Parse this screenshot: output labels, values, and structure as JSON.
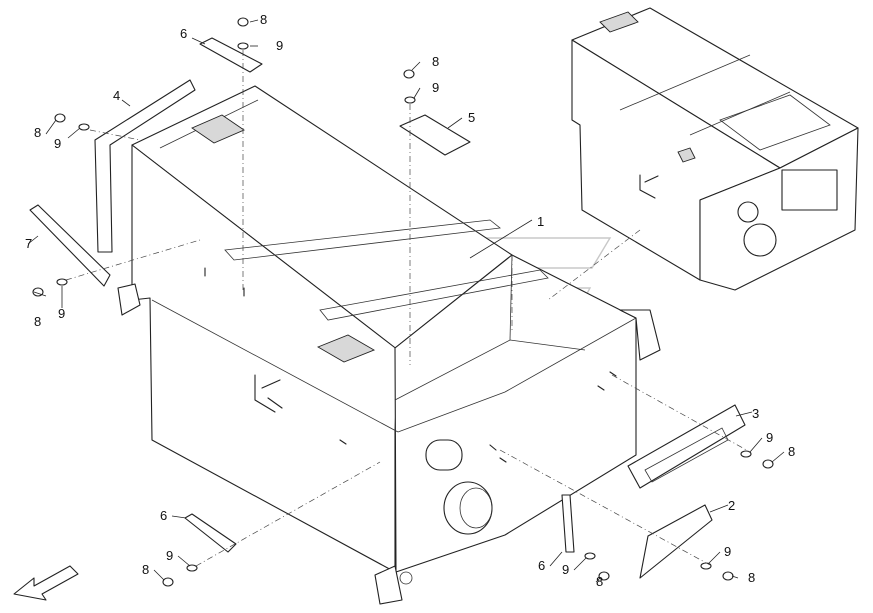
{
  "callouts": {
    "c1": "1",
    "c2": "2",
    "c3": "3",
    "c4": "4",
    "c5": "5",
    "c6a": "6",
    "c6b": "6",
    "c6c": "6",
    "c7": "7",
    "c8a": "8",
    "c8b": "8",
    "c8c": "8",
    "c8d": "8",
    "c8e": "8",
    "c8f": "8",
    "c8g": "8",
    "c8h": "8",
    "c9a": "9",
    "c9b": "9",
    "c9c": "9",
    "c9d": "9",
    "c9e": "9",
    "c9f": "9",
    "c9g": "9",
    "c9h": "9"
  },
  "icons": {
    "direction_arrow": "arrow-icon",
    "watermark": "logo-watermark"
  }
}
